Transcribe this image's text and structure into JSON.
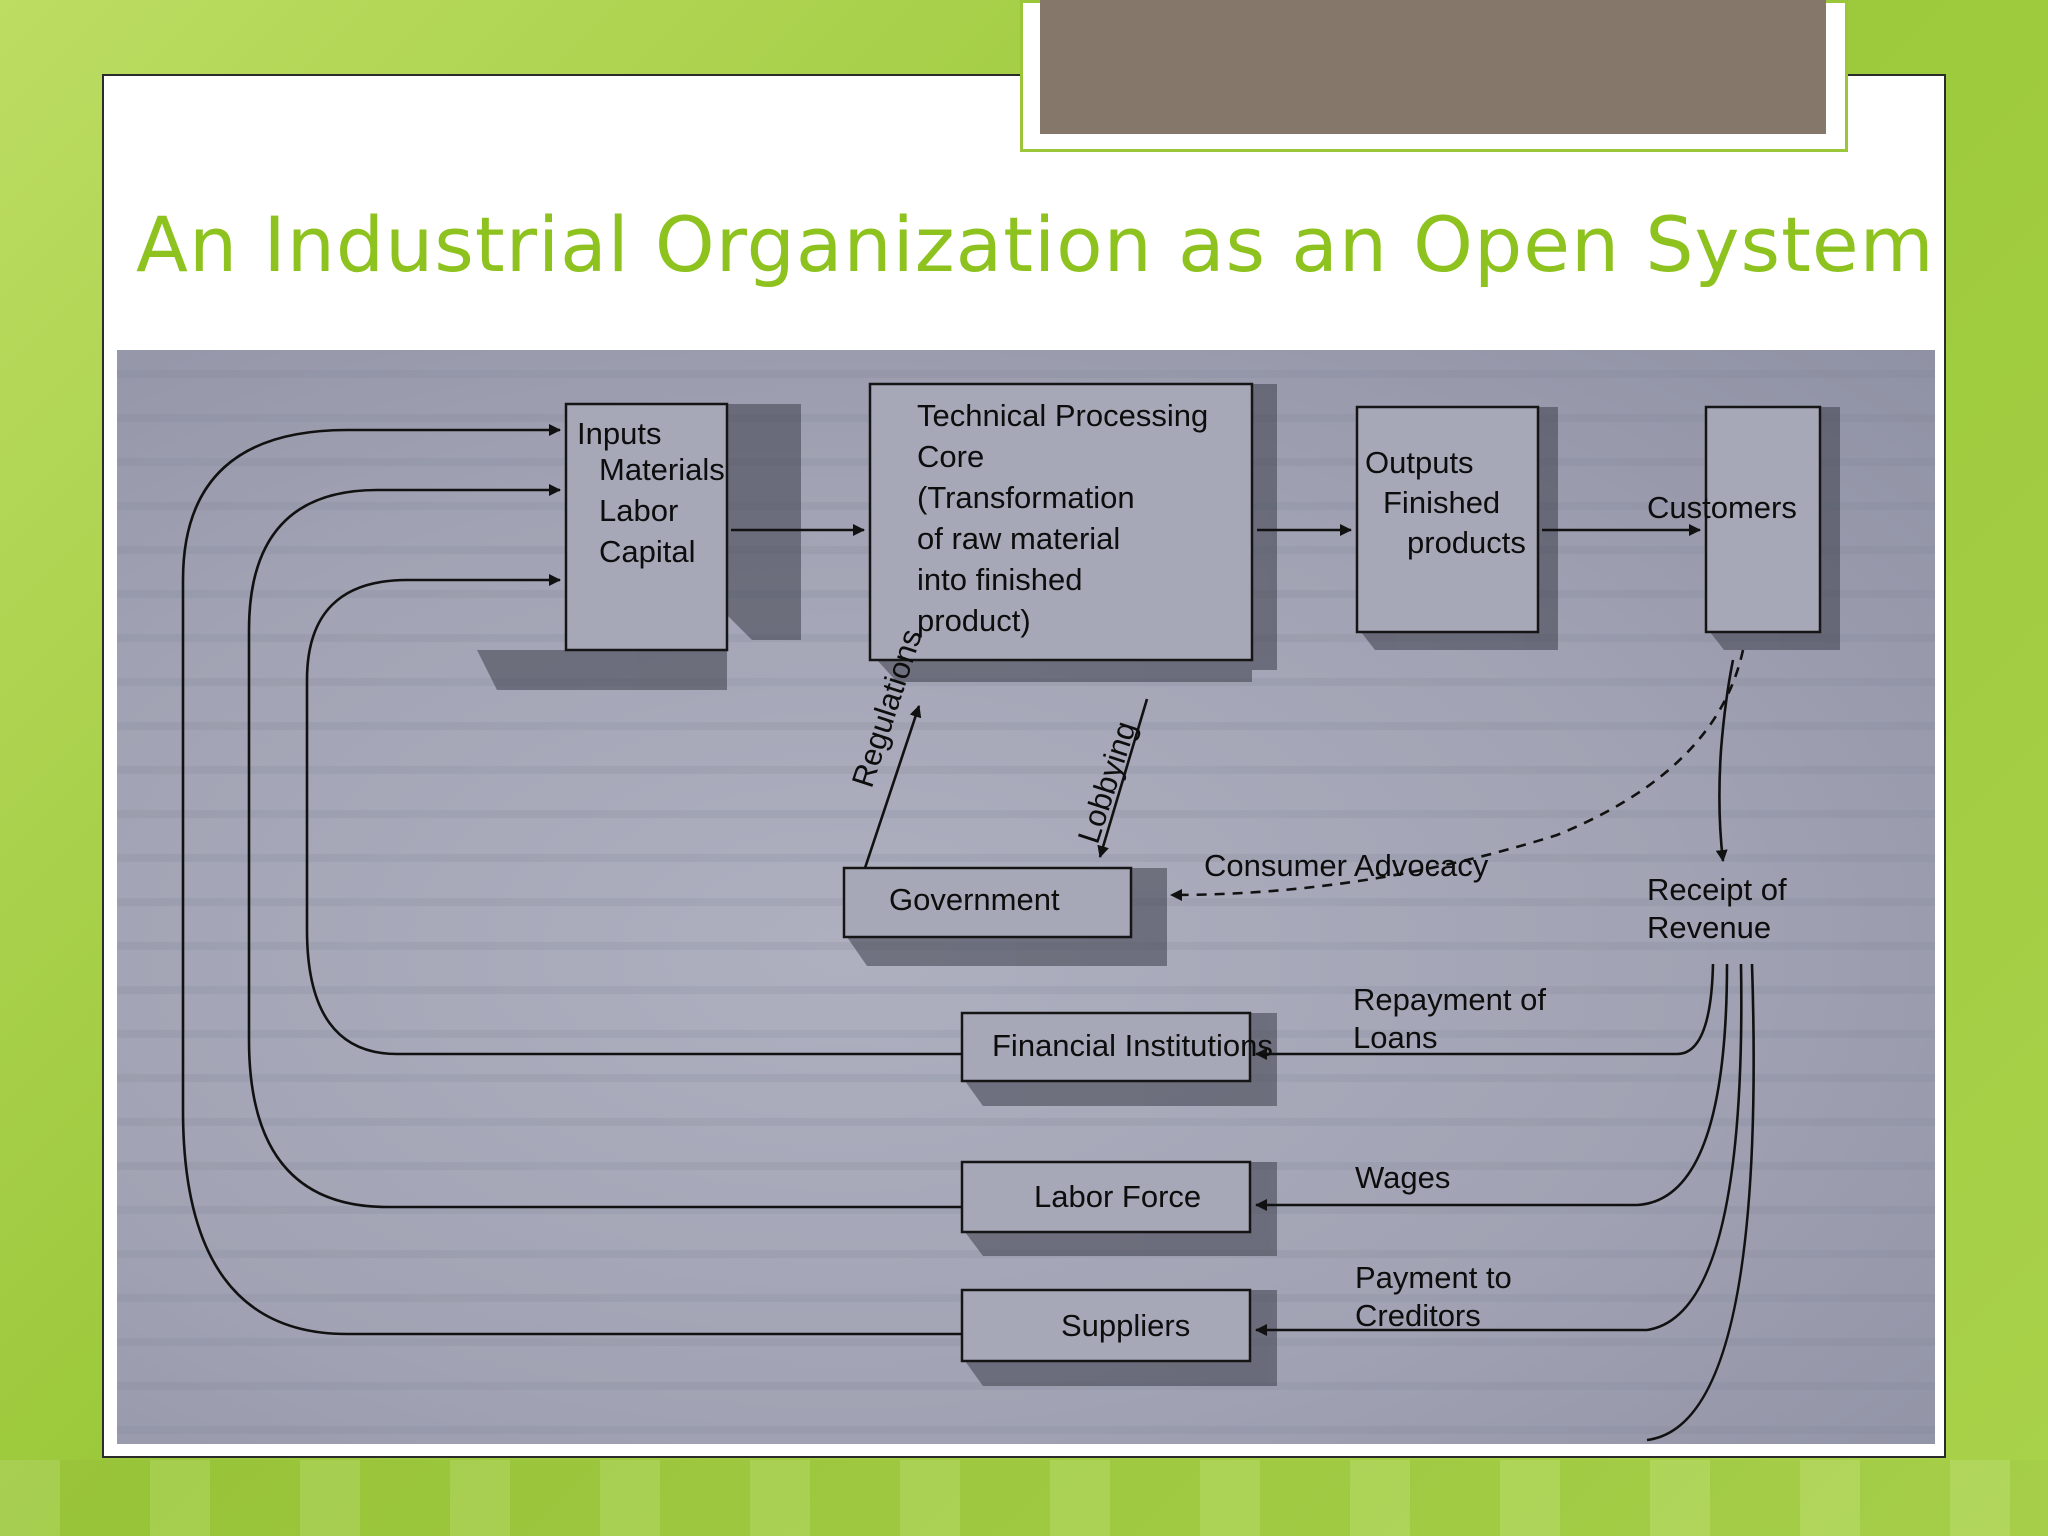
{
  "title": "An Industrial Organization as an Open System",
  "diagram": {
    "inputs": {
      "heading": "Inputs",
      "items": [
        "Materials",
        "Labor",
        "Capital"
      ]
    },
    "core": {
      "lines": [
        "Technical Processing",
        "Core",
        "(Transformation",
        "of raw material",
        "into finished",
        "product)"
      ]
    },
    "outputs": {
      "lines": [
        "Outputs",
        "Finished",
        "products"
      ]
    },
    "customers": "Customers",
    "government": "Government",
    "financial_institutions": "Financial Institutions",
    "labor_force": "Labor Force",
    "suppliers": "Suppliers",
    "regulations": "Regulations",
    "lobbying": "Lobbying",
    "consumer_advocacy": "Consumer Advocacy",
    "receipt_of_revenue": [
      "Receipt of",
      "Revenue"
    ],
    "repayment_of_loans": [
      "Repayment of",
      "Loans"
    ],
    "wages": "Wages",
    "payment_to_creditors": [
      "Payment to",
      "Creditors"
    ]
  }
}
